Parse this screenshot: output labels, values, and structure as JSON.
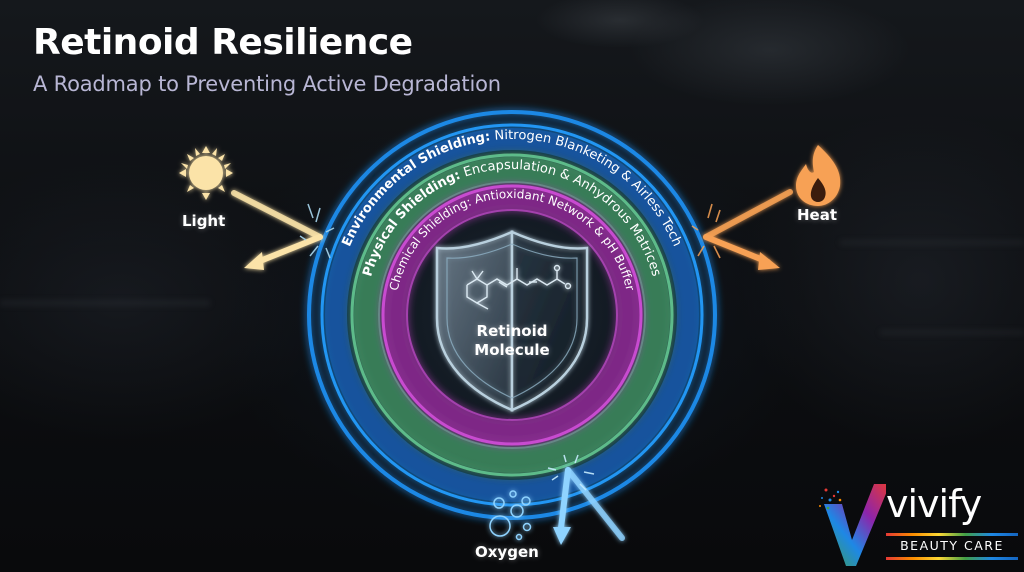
{
  "header": {
    "title": "Retinoid Resilience",
    "subtitle": "A Roadmap to Preventing Active Degradation"
  },
  "diagram": {
    "center": {
      "label_line1": "Retinoid",
      "label_line2": "Molecule",
      "icon": "shield-icon"
    },
    "layers": [
      {
        "name": "Environmental Shielding",
        "label": "Environmental Shielding:",
        "detail": "Nitrogen Blanketing & Airless Tech",
        "color": "#1e88e5"
      },
      {
        "name": "Physical Shielding",
        "label": "Physical Shielding:",
        "detail": "Encapsulation & Anhydrous Matrices",
        "color": "#4caf7a"
      },
      {
        "name": "Chemical Shielding",
        "label": "Chemical Shielding:",
        "detail": "Antioxidant Network & pH Buffer",
        "color": "#b03ab8"
      }
    ],
    "threats": [
      {
        "label": "Light",
        "icon": "sun-icon",
        "color": "#fbe3a8"
      },
      {
        "label": "Heat",
        "icon": "flame-icon",
        "color": "#f7a154"
      },
      {
        "label": "Oxygen",
        "icon": "bubbles-icon",
        "color": "#8fd3ff"
      }
    ]
  },
  "brand": {
    "name": "vivify",
    "tagline": "BEAUTY CARE"
  }
}
